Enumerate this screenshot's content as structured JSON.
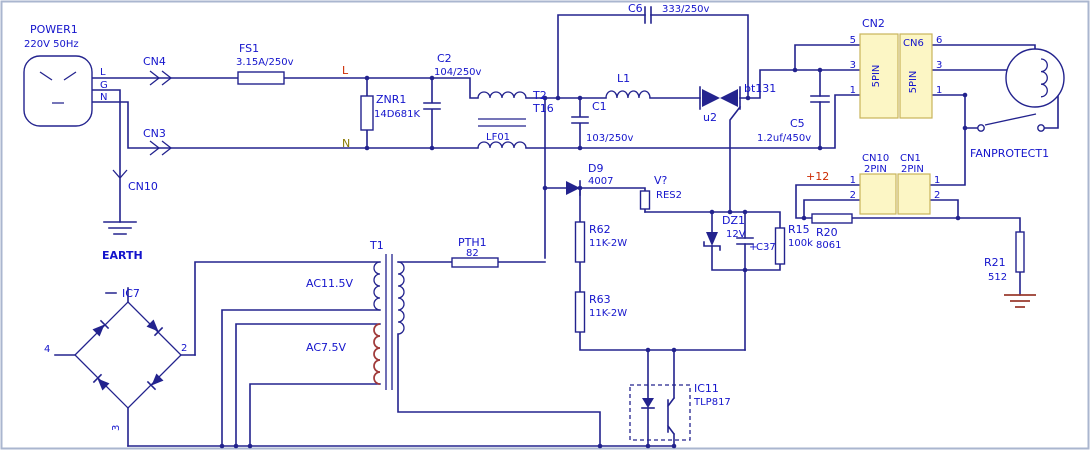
{
  "palette": {
    "wire": "#23238e",
    "label_blue": "#1414cc",
    "label_red": "#cc2a00",
    "label_olive": "#8a7a00",
    "winding_red": "#a03a3a",
    "connector_fill": "#fcf6c5",
    "connector_border": "#c9b35a",
    "background": "#ffffff"
  },
  "power_input": {
    "ref": "POWER1",
    "rating": "220V 50Hz",
    "pins": {
      "l": "L",
      "g": "G",
      "n": "N"
    },
    "earth_label": "EARTH"
  },
  "nets": {
    "live": "L",
    "neutral": "N",
    "v12": "+12"
  },
  "inline_connectors": {
    "cn4": "CN4",
    "cn3": "CN3",
    "cn10_arrow": "CN10"
  },
  "components": {
    "fs1": {
      "ref": "FS1",
      "value": "3.15A/250v"
    },
    "znr1": {
      "ref": "ZNR1",
      "value": "14D681K"
    },
    "c2": {
      "ref": "C2",
      "value": "104/250v"
    },
    "choke": {
      "ref": "T2",
      "value": "T16",
      "part": "LF01"
    },
    "c1": {
      "ref": "C1",
      "value": "103/250v"
    },
    "l1": {
      "ref": "L1"
    },
    "c6": {
      "ref": "C6",
      "value": "333/250v"
    },
    "triac": {
      "ref": "u2",
      "value": "bt131"
    },
    "c5": {
      "ref": "C5",
      "value": "1.2uf/450v"
    },
    "d9": {
      "ref": "D9",
      "value": "4007"
    },
    "vres": {
      "ref": "V?",
      "value": "RES2"
    },
    "r62": {
      "ref": "R62",
      "value": "11K-2W"
    },
    "r63": {
      "ref": "R63",
      "value": "11K-2W"
    },
    "dz1": {
      "ref": "DZ1",
      "value": "12V"
    },
    "c37": {
      "ref": "C37",
      "polarity": "+"
    },
    "r15": {
      "ref": "R15",
      "value": "100k"
    },
    "r20": {
      "ref": "R20",
      "value": "8061"
    },
    "r21": {
      "ref": "R21",
      "value": "512"
    },
    "pth1": {
      "ref": "PTH1",
      "value": "82"
    },
    "t1": {
      "ref": "T1",
      "winding_upper": "AC11.5V",
      "winding_lower": "AC7.5V"
    },
    "ic7": {
      "ref": "IC7",
      "pin_left": "4",
      "pin_right": "2",
      "pin_bottom": "3"
    },
    "ic11": {
      "ref": "IC11",
      "value": "TLP817"
    },
    "fanprotect": {
      "ref": "FANPROTECT1"
    }
  },
  "connectors": {
    "cn2": {
      "ref": "CN2",
      "type": "5PIN",
      "pins": [
        "5",
        "3",
        "1"
      ]
    },
    "cn6": {
      "ref": "CN6",
      "type": "5PIN",
      "pins": [
        "6",
        "3",
        "1"
      ]
    },
    "cn10": {
      "ref": "CN10",
      "type": "2PIN",
      "pins": [
        "1",
        "2"
      ]
    },
    "cn1": {
      "ref": "CN1",
      "type": "2PIN",
      "pins": [
        "1",
        "2"
      ]
    }
  }
}
